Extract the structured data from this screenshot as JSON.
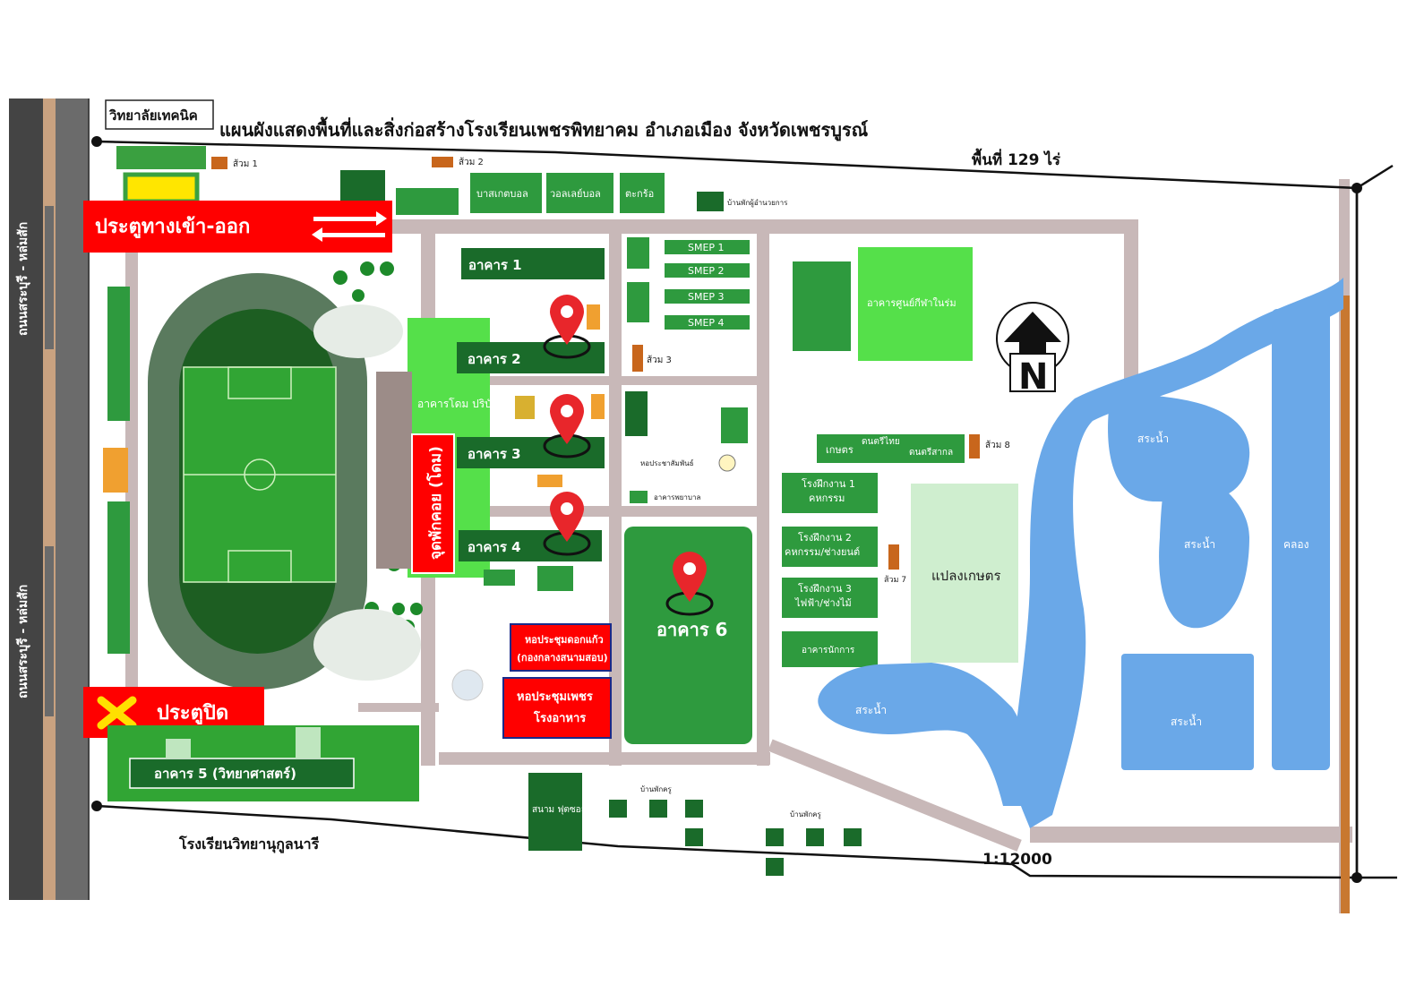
{
  "header": {
    "college_label": "วิทยาลัยเทคนิค",
    "title": "แผนผังแสดงพื้นที่และสิ่งก่อสร้างโรงเรียนเพชรพิทยาคม  อำเภอเมือง  จังหวัดเพชรบูรณ์",
    "area": "พื้นที่  129  ไร่"
  },
  "gates": {
    "entrance": "ประตูทางเข้า-ออก",
    "closed": "ประตูปิด"
  },
  "roads": {
    "road_name_1": "ถนนสระบุรี - หล่มสัก",
    "road_name_2": "ถนนสระบุรี - หล่มสัก"
  },
  "buildings": {
    "b1": "อาคาร 1",
    "b2": "อาคาร 2",
    "b3": "อาคาร 3",
    "b4": "อาคาร 4",
    "b5": "อาคาร 5 (วิทยาศาสตร์)",
    "b6": "อาคาร 6",
    "dome": "อาคารโดม ปริบัติธรรม",
    "rest_point": "จุดพักคอย (โดม)",
    "basketball": "บาสเกตบอล",
    "volleyball": "วอลเลย์บอล",
    "takraw": "ตะกร้อ",
    "smep1": "SMEP 1",
    "smep2": "SMEP 2",
    "smep3": "SMEP 3",
    "smep4": "SMEP 4",
    "sports_center": "อาคารศูนย์กีฬาในร่ม",
    "hall_dokkaew": "หอประชุมดอกแก้ว",
    "hall_dokkaew_sub": "(กองกลางสนามสอบ)",
    "hall_phet": "หอประชุมเพชร",
    "canteen": "โรงอาหาร",
    "football": "สนาม ฟุตซอล",
    "workshop1": "โรงฝึกงาน 1",
    "workshop1_sub": "คหกรรม",
    "workshop2": "โรงฝึกงาน 2",
    "workshop2_sub": "คหกรรม/ช่างยนต์",
    "workshop3": "โรงฝึกงาน 3",
    "workshop3_sub": "ไฟฟ้า/ช่างไม้",
    "agri": "เกษตร",
    "thai_music": "ดนตรีไทย",
    "intl_music": "ดนตรีสากล",
    "garden": "แปลงเกษตร",
    "admin_building": "อาคารนักการ",
    "nursing": "อาคารพยาบาล",
    "bell_tower": "หอประชาสัมพันธ์",
    "teacher_house": "บ้านพักครู",
    "teacher_house_2": "บ้านพักครู",
    "director_house": "บ้านพักผู้อำนวยการ",
    "toilet1": "ส้วม 1",
    "toilet2": "ส้วม 2",
    "toilet3": "ส้วม 3",
    "toilet7": "ส้วม 7",
    "toilet8": "ส้วม 8",
    "pool1": "สระน้ำ",
    "pool2": "สระน้ำ",
    "pool3": "สระน้ำ",
    "pool4": "สระน้ำ",
    "canal": "คลอง",
    "neighbor_school": "โรงเรียนวิทยานุกูลนารี",
    "scale": "1:12000",
    "north": "N"
  },
  "colors": {
    "dark_green": "#1a6b2a",
    "mid_green": "#2e9a3e",
    "light_green": "#55e04a",
    "road": "#c8b8b8",
    "water": "#6aa8e8",
    "red": "#ff0000",
    "pin": "#e8262b"
  }
}
